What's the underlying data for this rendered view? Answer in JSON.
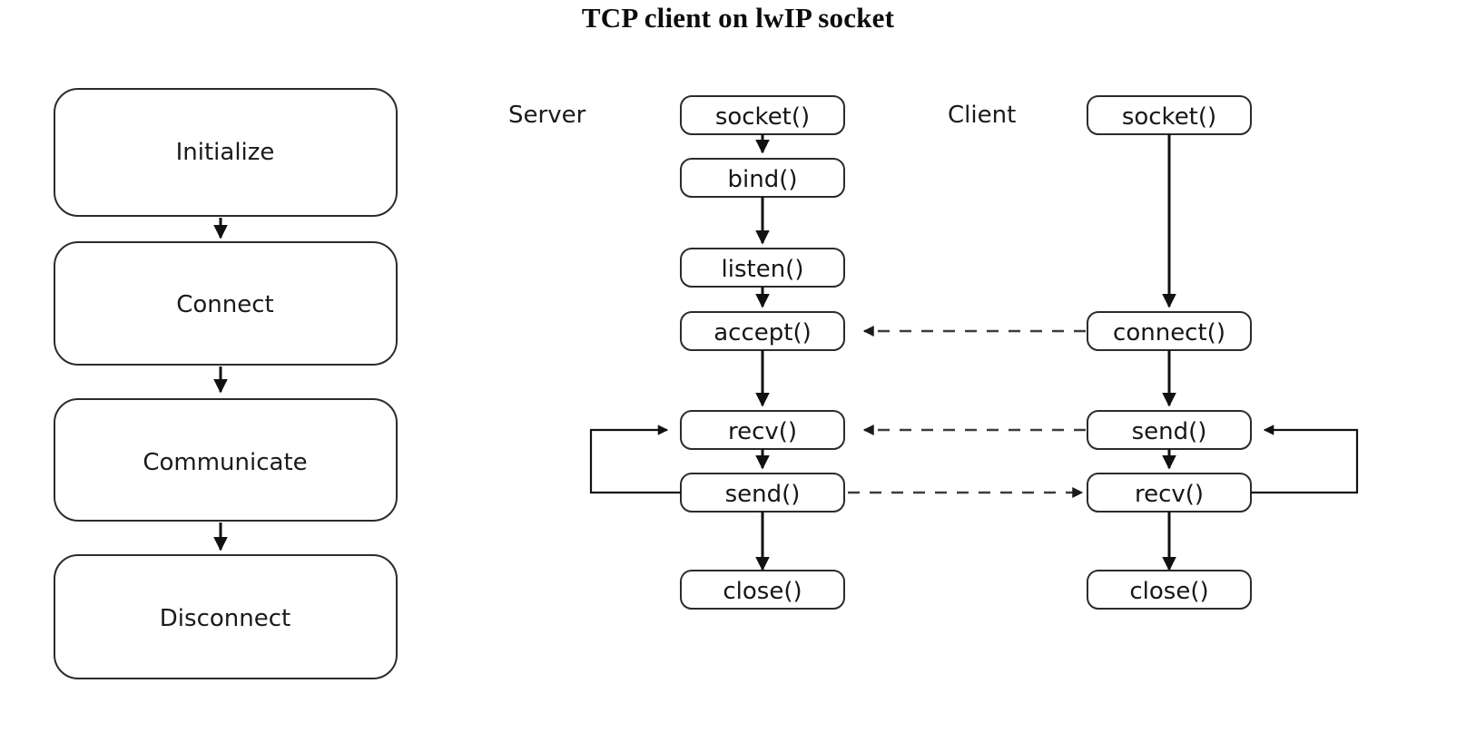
{
  "title": "TCP client on lwIP socket",
  "colors": {
    "background": "#ffffff",
    "box_stroke": "#2b2b2b",
    "text": "#161616",
    "arrow": "#111111",
    "dashed_arrow": "#3c3c3c"
  },
  "left_flow": {
    "name": "lifecycle-flow",
    "steps": [
      {
        "label": "Initialize"
      },
      {
        "label": "Connect"
      },
      {
        "label": "Communicate"
      },
      {
        "label": "Disconnect"
      }
    ]
  },
  "sequence": {
    "server": {
      "label": "Server",
      "steps": [
        {
          "label": "socket()"
        },
        {
          "label": "bind()"
        },
        {
          "label": "listen()"
        },
        {
          "label": "accept()"
        },
        {
          "label": "recv()"
        },
        {
          "label": "send()"
        },
        {
          "label": "close()"
        }
      ],
      "loop_note": "send() loops back to recv()"
    },
    "client": {
      "label": "Client",
      "steps": [
        {
          "label": "socket()"
        },
        {
          "label": "connect()"
        },
        {
          "label": "send()"
        },
        {
          "label": "recv()"
        },
        {
          "label": "close()"
        }
      ],
      "loop_note": "recv() loops back to send()"
    },
    "messages": [
      {
        "from": "client.connect()",
        "to": "server.accept()",
        "direction": "right-to-left",
        "style": "dashed"
      },
      {
        "from": "client.send()",
        "to": "server.recv()",
        "direction": "right-to-left",
        "style": "dashed"
      },
      {
        "from": "server.send()",
        "to": "client.recv()",
        "direction": "left-to-right",
        "style": "dashed"
      }
    ]
  }
}
